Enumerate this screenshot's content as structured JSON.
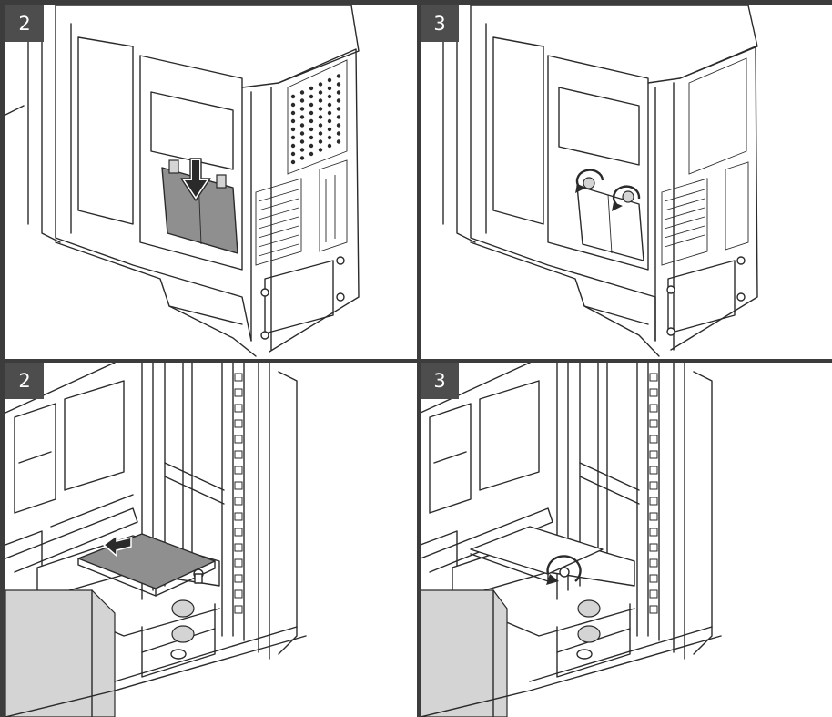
{
  "panels": [
    {
      "step": "2",
      "icons": [
        "down-arrow-icon"
      ]
    },
    {
      "step": "3",
      "icons": [
        "rotate-screw-icon",
        "rotate-screw-icon"
      ]
    },
    {
      "step": "2",
      "icons": [
        "left-arrow-icon"
      ]
    },
    {
      "step": "3",
      "icons": [
        "rotate-screw-icon"
      ]
    }
  ],
  "colors": {
    "border": "#3c3c3c",
    "badge": "#4d4d4d",
    "part": "#8f8f8f"
  }
}
